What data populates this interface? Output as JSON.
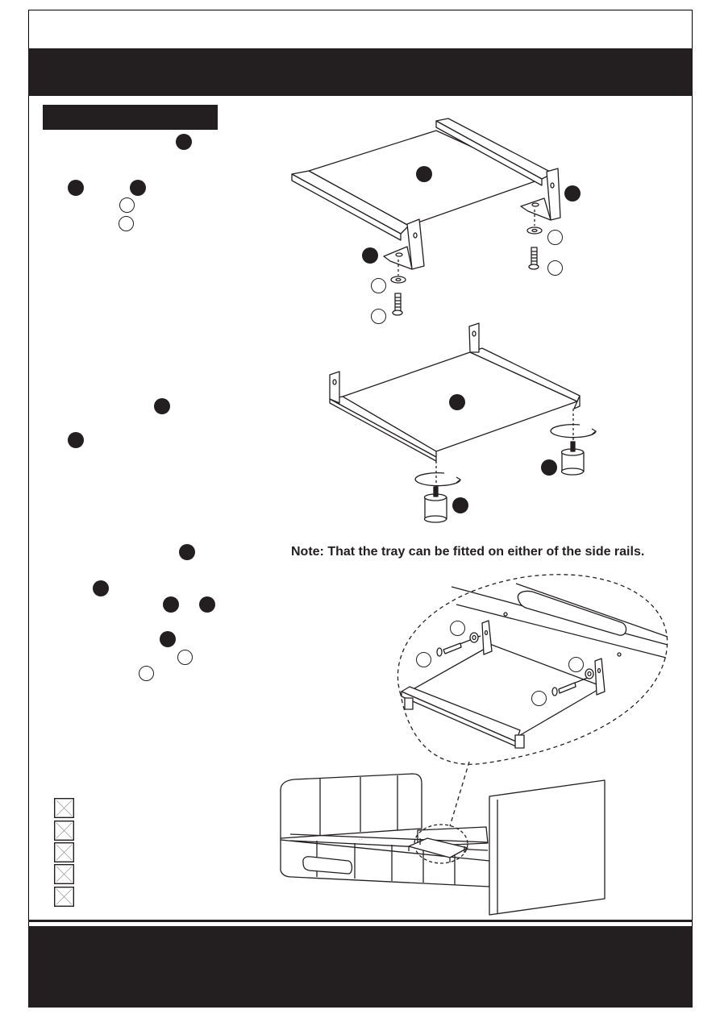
{
  "note": {
    "text": "Note:  That the tray can be fitted on either of  the side rails."
  },
  "checklist": {
    "boxes": [
      "",
      "",
      "",
      "",
      ""
    ]
  },
  "colors": {
    "ink": "#231f20",
    "paper": "#ffffff"
  },
  "icons": {
    "part_marker_filled": "filled-circle-part-marker",
    "part_marker_outline": "outline-circle-part-marker",
    "checkbox": "crossed-checkbox"
  }
}
